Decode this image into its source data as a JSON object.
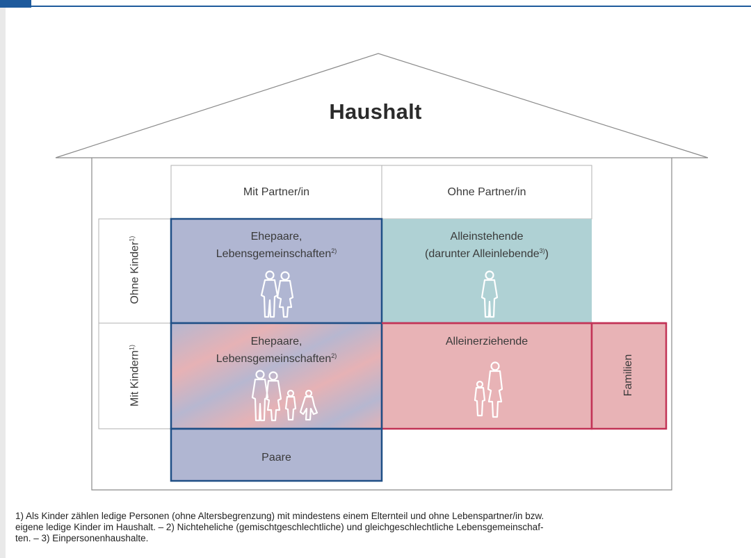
{
  "title": "Haushalt",
  "columns": {
    "with_partner": "Mit Partner/in",
    "without_partner": "Ohne Partner/in"
  },
  "rows": {
    "without_children": {
      "label": "Ohne Kinder",
      "sup": "1)"
    },
    "with_children": {
      "label": "Mit Kindern",
      "sup": "1)"
    }
  },
  "cells": {
    "couples_no_children": {
      "line1": "Ehepaare,",
      "line2": "Lebensgemeinschaften",
      "sup": "2)",
      "icon": "couple-icon"
    },
    "singles": {
      "line1": "Alleinstehende",
      "line2": "(darunter Alleinlebende",
      "sup": "3)",
      "line2_end": ")",
      "icon": "single-person-icon"
    },
    "couples_with_children": {
      "line1": "Ehepaare,",
      "line2": "Lebensgemeinschaften",
      "sup": "2)",
      "icon": "family-icon"
    },
    "single_parents": {
      "line1": "Alleinerziehende",
      "icon": "single-parent-icon"
    }
  },
  "families": "Familien",
  "couples": "Paare",
  "colors": {
    "blue_cell": "#b0b6d2",
    "blue_border": "#1f4f86",
    "teal_cell": "#afd1d4",
    "red_cell": "#e8b3b6",
    "red_border": "#c23356",
    "mixed_pink": "#e7b2b4"
  },
  "footnote": {
    "line1": "1) Als Kinder zählen ledige Personen (ohne Altersbegrenzung) mit mindestens einem Elternteil und ohne Lebenspartner/in bzw.",
    "line2": "eigene ledige Kinder im Haushalt. – 2) Nichteheliche (gemischtgeschlechtliche) und gleichgeschlechtliche Lebensgemeinschaf-",
    "line3": "ten. – 3) Einpersonenhaushalte."
  }
}
